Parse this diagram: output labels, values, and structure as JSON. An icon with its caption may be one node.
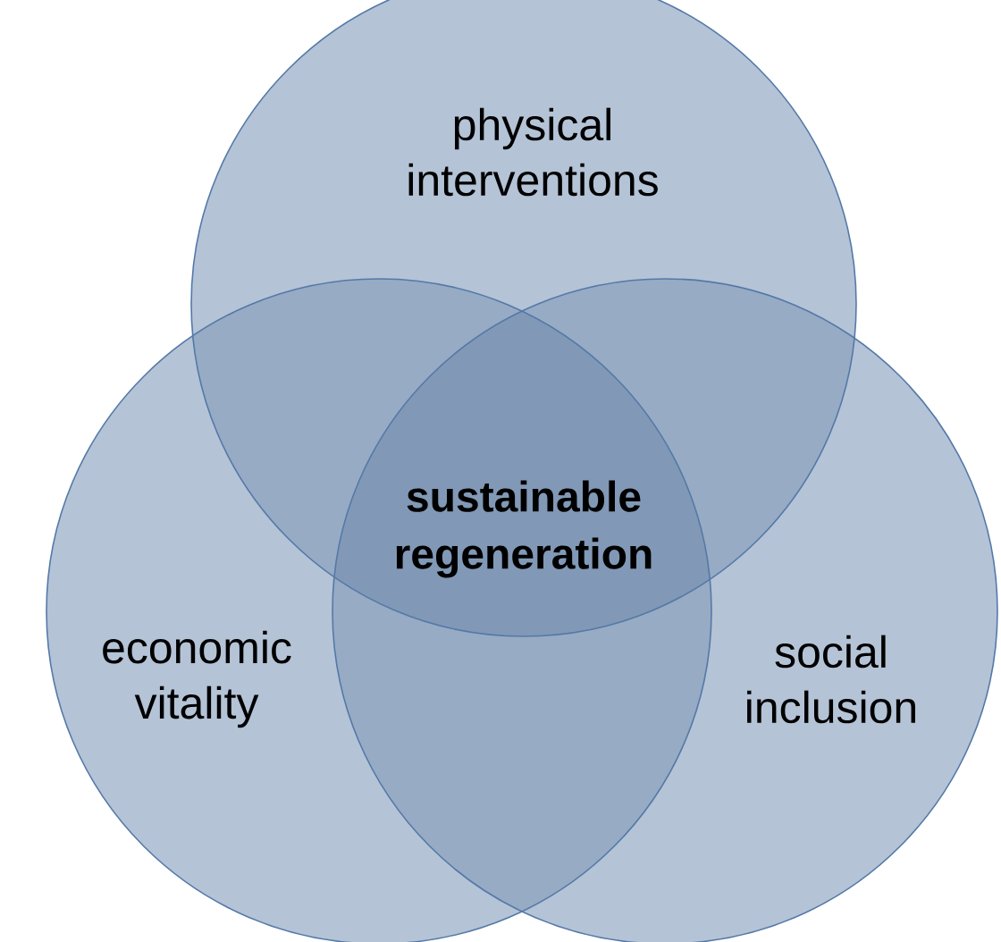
{
  "diagram": {
    "nodes": [
      {
        "text": [
          "physical interventions"
        ]
      },
      {
        "text": [
          "economic vitality"
        ]
      },
      {
        "text": [
          "social inclusion"
        ]
      }
    ],
    "labels": [
      "sustainable regeneration"
    ]
  }
}
